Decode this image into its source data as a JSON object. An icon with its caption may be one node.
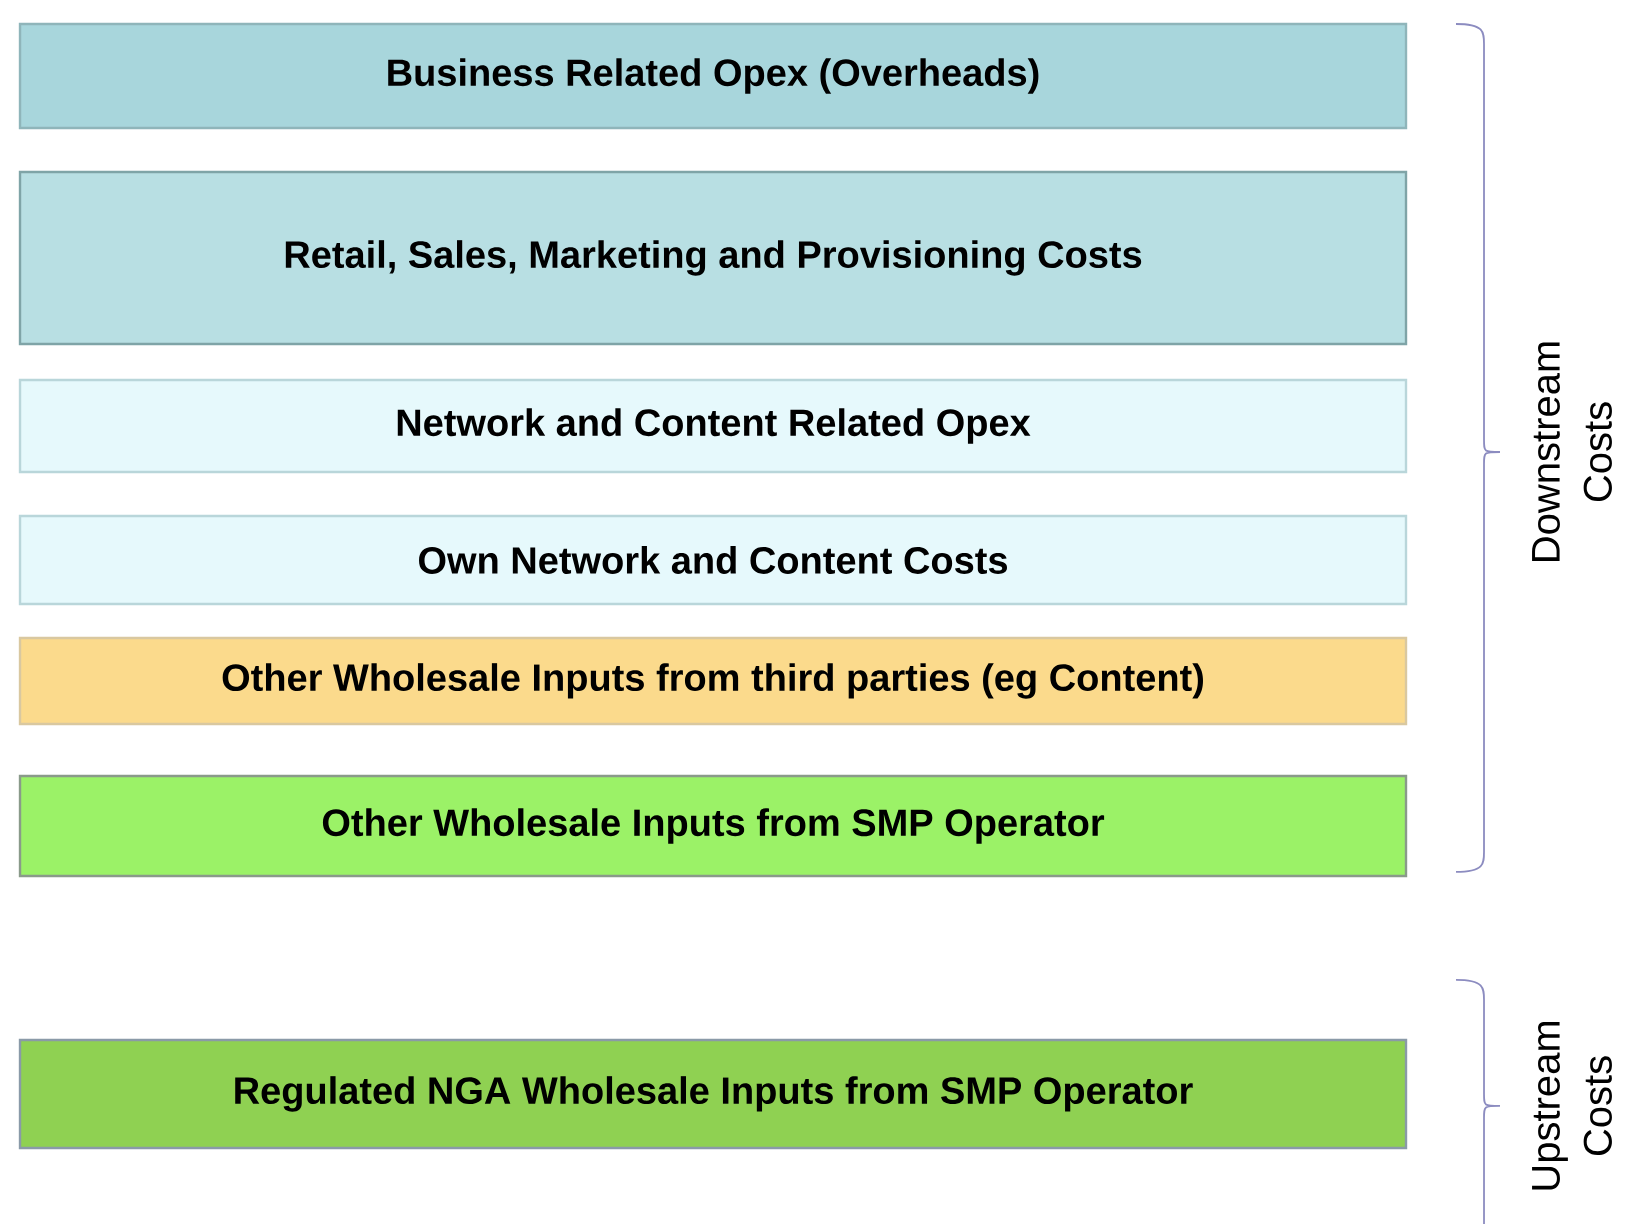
{
  "diagram": {
    "nodes": [
      {
        "text": [
          "Business Related Opex (Overheads)"
        ]
      },
      {
        "text": [
          "Retail, Sales, Marketing and Provisioning Costs"
        ]
      },
      {
        "text": [
          "Network and Content Related Opex"
        ]
      },
      {
        "text": [
          "Own Network and Content Costs"
        ]
      },
      {
        "text": [
          "Other Wholesale Inputs from third parties (eg Content)"
        ]
      },
      {
        "text": [
          "Other Wholesale Inputs from SMP Operator"
        ]
      },
      {
        "text": [
          "Regulated NGA Wholesale Inputs from SMP Operator"
        ]
      }
    ],
    "labels": [
      "Downstream Costs",
      "Upstream Costs"
    ]
  }
}
